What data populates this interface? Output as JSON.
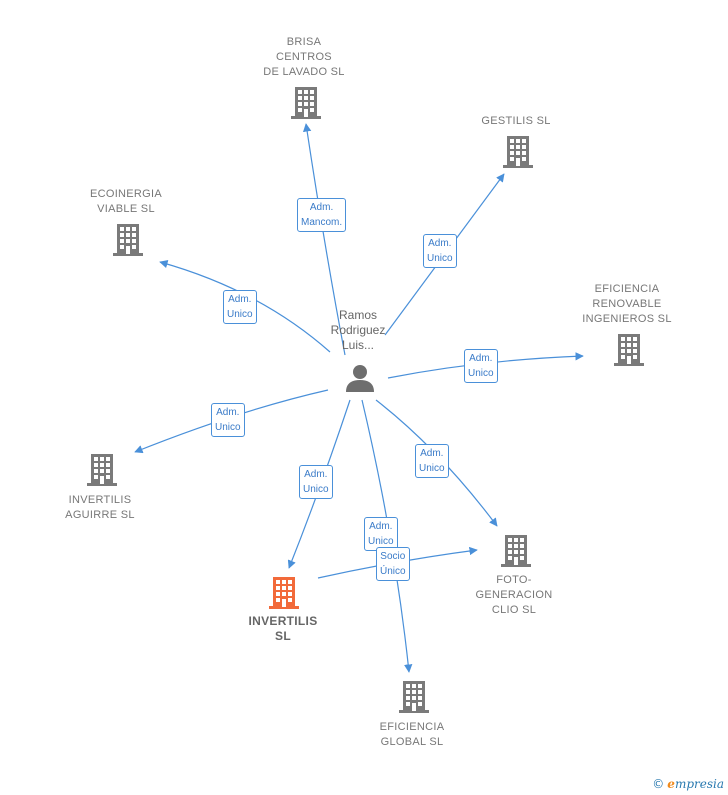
{
  "person": {
    "name_lines": [
      "Ramos",
      "Rodriguez",
      "Luis..."
    ]
  },
  "companies": {
    "brisa": {
      "lines": [
        "BRISA",
        "CENTROS",
        "DE LAVADO  SL"
      ]
    },
    "gestilis": {
      "lines": [
        "GESTILIS  SL"
      ]
    },
    "ecoinergia": {
      "lines": [
        "ECOINERGIA",
        "VIABLE  SL"
      ]
    },
    "eficiencia_renovable": {
      "lines": [
        "EFICIENCIA",
        "RENOVABLE",
        "INGENIEROS SL"
      ]
    },
    "invertilis_aguirre": {
      "lines": [
        "INVERTILIS",
        "AGUIRRE  SL"
      ]
    },
    "invertilis": {
      "lines": [
        "INVERTILIS",
        "SL"
      ],
      "highlight": true
    },
    "foto_generacion": {
      "lines": [
        "FOTO-",
        "GENERACION",
        "CLIO  SL"
      ]
    },
    "eficiencia_global": {
      "lines": [
        "EFICIENCIA",
        "GLOBAL  SL"
      ]
    }
  },
  "edge_labels": {
    "brisa": [
      "Adm.",
      "Mancom."
    ],
    "gestilis": [
      "Adm.",
      "Unico"
    ],
    "ecoinergia": [
      "Adm.",
      "Unico"
    ],
    "eficiencia_renovable": [
      "Adm.",
      "Unico"
    ],
    "invertilis_aguirre": [
      "Adm.",
      "Unico"
    ],
    "invertilis": [
      "Adm.",
      "Unico"
    ],
    "foto_generacion": [
      "Adm.",
      "Unico"
    ],
    "eficiencia_global": [
      "Adm.",
      "Unico"
    ],
    "invertilis_to_foto": [
      "Socio",
      "Único"
    ]
  },
  "colors": {
    "edge": "#4a90d9",
    "building": "#7a7a7a",
    "building_highlight": "#f26a3a",
    "person": "#6e6e6e"
  },
  "watermark": {
    "symbol": "©",
    "brand_initial": "e",
    "brand_rest": "mpresia"
  }
}
